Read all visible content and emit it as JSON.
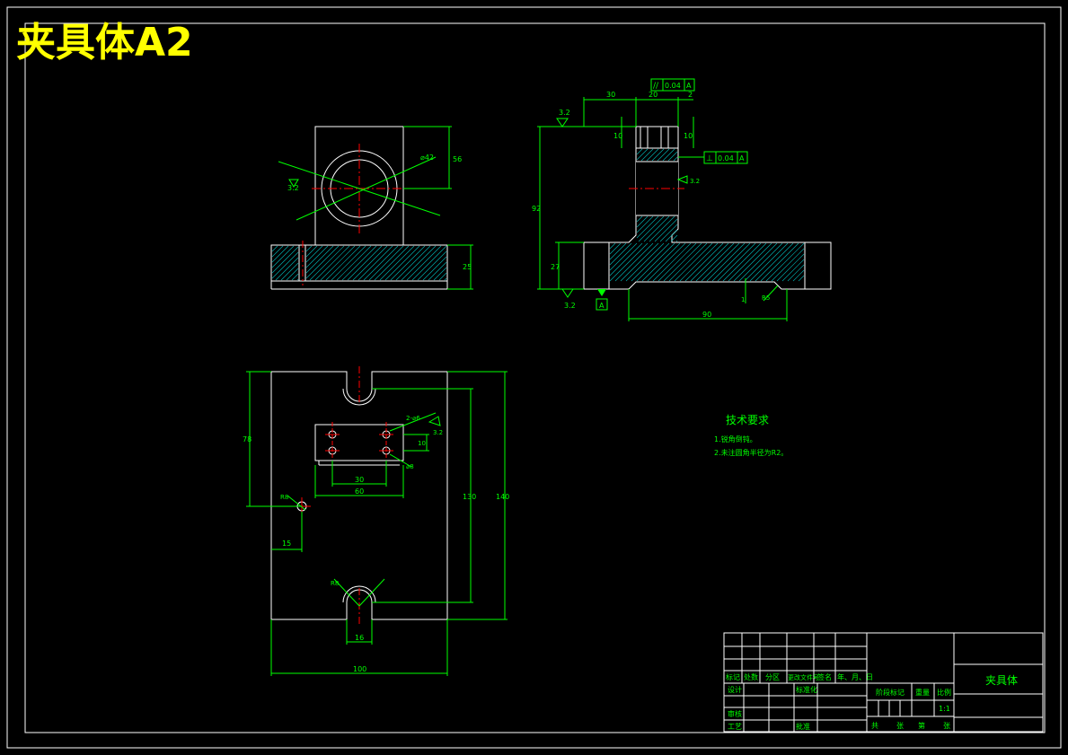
{
  "drawing": {
    "title": "夹具体A2",
    "colors": {
      "background": "#000000",
      "outline": "#ffffff",
      "dimension": "#00ff00",
      "centerline": "#ff0000",
      "title": "#ffff00",
      "hatch": "#00b8b8"
    }
  },
  "tech_requirements": {
    "heading": "技术要求",
    "items": [
      "1.锐角倒钝。",
      "2.未注圆角半径为R2。"
    ]
  },
  "title_block": {
    "part_name": "夹具体",
    "headers": [
      "标记",
      "处数",
      "分区",
      "更改文件号",
      "签名",
      "年、月、日"
    ],
    "design": "设计",
    "standardize": "标准化",
    "review": "审核",
    "process": "工艺",
    "approve": "批准",
    "stage_mark": "阶段标记",
    "weight": "重量",
    "scale_label": "比例",
    "scale_value": "1:1",
    "sheets": [
      "共",
      "张",
      "第",
      "张"
    ]
  },
  "dimensions": {
    "front": {
      "hole_dia": "⌀42",
      "height_top": "56",
      "base_thk": "25",
      "roughness": "3.2"
    },
    "side": {
      "w1": "30",
      "w2": "20",
      "w3": "2",
      "total_h": "92",
      "base_h": "27",
      "slot1": "10",
      "slot2": "10",
      "bottom_len": "90",
      "r_small": "1",
      "r_big": "R5",
      "roughness_top": "3.2",
      "roughness_side": "3.2",
      "roughness_bottom": "3.2",
      "datum": "A",
      "parallel_tol": "0.04",
      "perp_tol": "0.04"
    },
    "top": {
      "total_w": "100",
      "total_h": "140",
      "inner_h": "130",
      "left_h": "78",
      "hole_off": "15",
      "slot_w": "16",
      "d1": "30",
      "d2": "60",
      "d3": "10",
      "thread": "2-⌀6",
      "r_slot": "R8",
      "r_hole": "⌀8",
      "r_small": "R8",
      "roughness": "3.2"
    }
  }
}
